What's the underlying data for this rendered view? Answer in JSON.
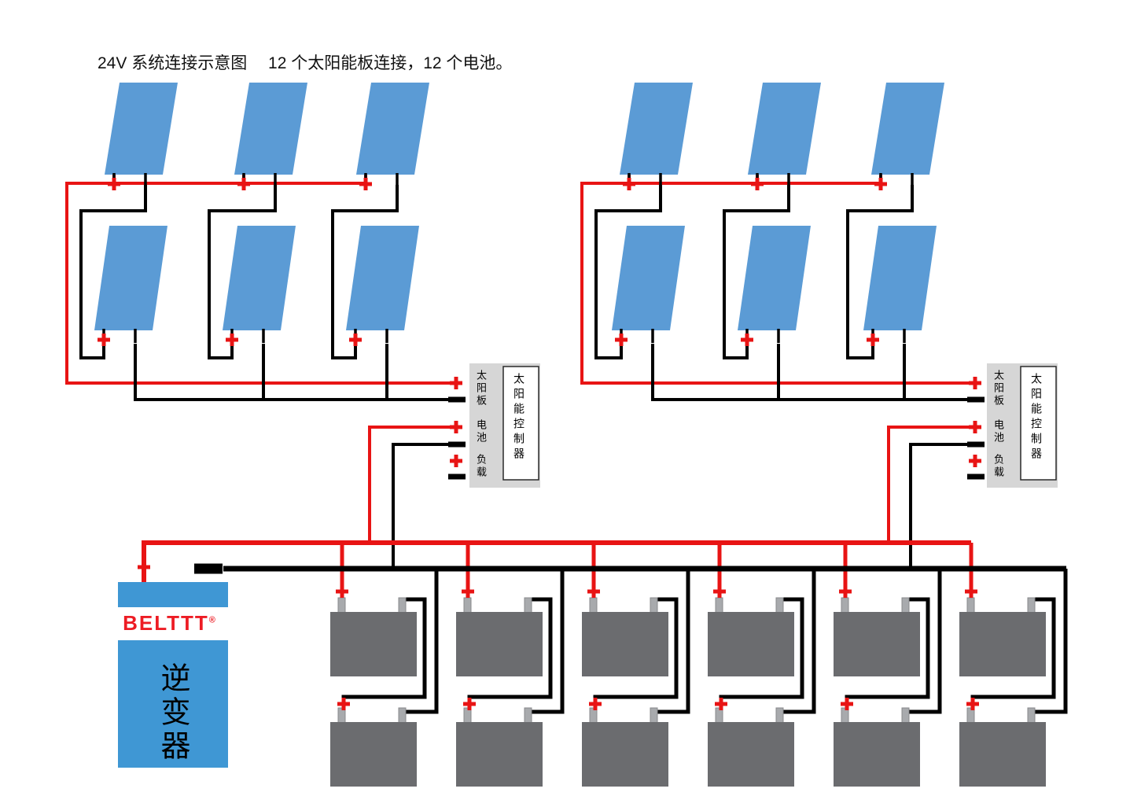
{
  "title": "24V 系统连接示意图　 12 个太阳能板连接，12 个电池。",
  "controller": {
    "body_label": "太阳能控制器",
    "terminals": [
      "太阳板",
      "电池",
      "负载"
    ]
  },
  "inverter": {
    "brand": "BELTTT",
    "registered": "®",
    "label": "逆变器"
  },
  "counts": {
    "solar_panels": 12,
    "batteries": 12,
    "controllers": 2,
    "inverters": 1
  },
  "colors": {
    "panel_blue": "#5b9bd5",
    "battery_gray": "#6b6c6f",
    "post_gray": "#a8aaad",
    "inverter_blue": "#3f97d4",
    "wire_red": "#e81414",
    "wire_black": "#000000",
    "controller_gray": "#d6d6d6",
    "brand_red": "#ed1c24"
  }
}
